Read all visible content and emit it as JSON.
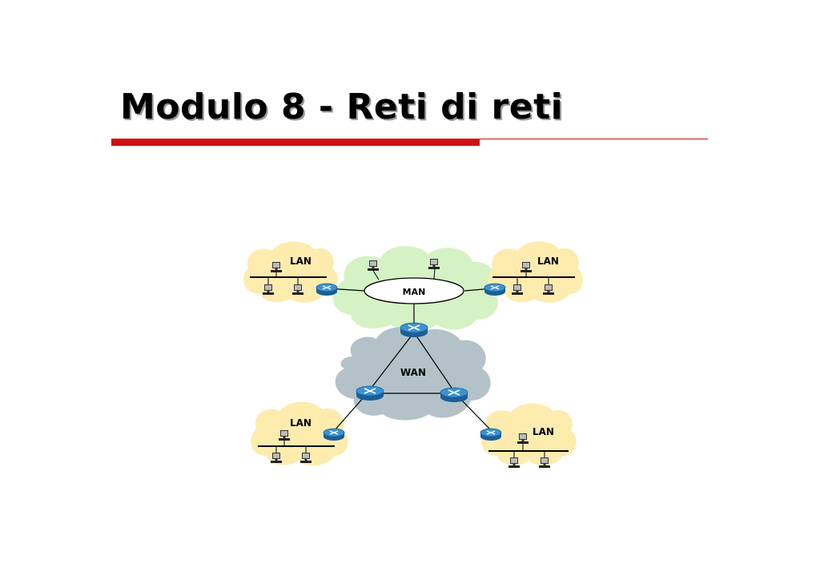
{
  "slide": {
    "title": "Modulo 8 - Reti di reti"
  },
  "diagram": {
    "man_label": "MAN",
    "wan_label": "WAN",
    "lan_labels": [
      "LAN",
      "LAN",
      "LAN",
      "LAN"
    ],
    "colors": {
      "lan_cloud": "#fdecae",
      "man_cloud": "#d5f2c4",
      "wan_cloud": "#b3c2c9",
      "router": "#2a7fc0",
      "accent_rule": "#d01010"
    }
  }
}
